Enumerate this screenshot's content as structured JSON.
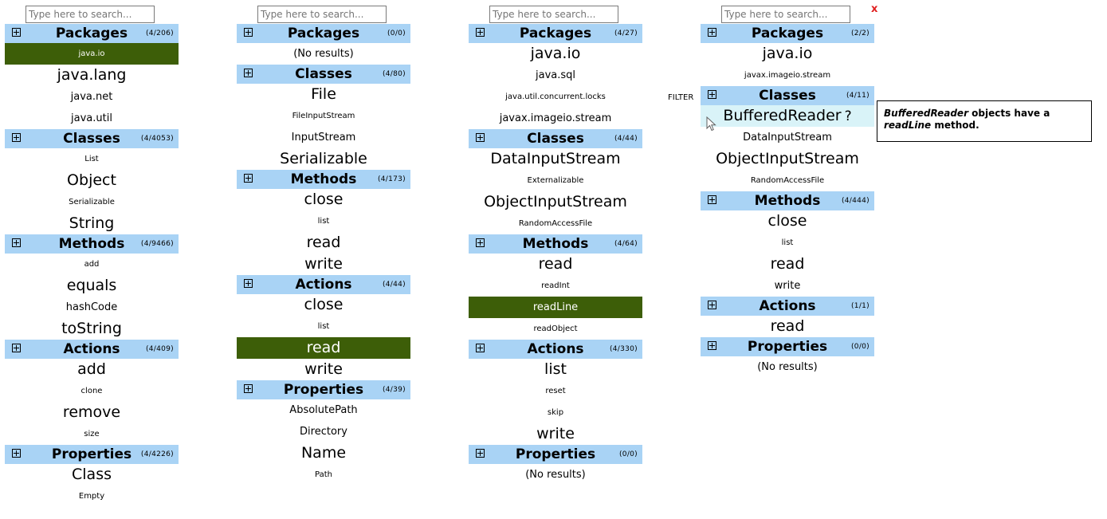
{
  "panels": [
    {
      "search": {
        "placeholder": "Type here to search..."
      },
      "sections": [
        {
          "title": "Packages",
          "count": "(4/206)",
          "items": [
            {
              "text": "java.io",
              "size": "s",
              "selected": true
            },
            {
              "text": "java.lang",
              "size": "l"
            },
            {
              "text": "java.net",
              "size": "m"
            },
            {
              "text": "java.util",
              "size": "m"
            }
          ]
        },
        {
          "title": "Classes",
          "count": "(4/4053)",
          "items": [
            {
              "text": "List",
              "size": "s"
            },
            {
              "text": "Object",
              "size": "l"
            },
            {
              "text": "Serializable",
              "size": "s"
            },
            {
              "text": "String",
              "size": "l"
            }
          ]
        },
        {
          "title": "Methods",
          "count": "(4/9466)",
          "items": [
            {
              "text": "add",
              "size": "s"
            },
            {
              "text": "equals",
              "size": "l"
            },
            {
              "text": "hashCode",
              "size": "m"
            },
            {
              "text": "toString",
              "size": "l"
            }
          ]
        },
        {
          "title": "Actions",
          "count": "(4/409)",
          "items": [
            {
              "text": "add",
              "size": "l"
            },
            {
              "text": "clone",
              "size": "s"
            },
            {
              "text": "remove",
              "size": "l"
            },
            {
              "text": "size",
              "size": "s"
            }
          ]
        },
        {
          "title": "Properties",
          "count": "(4/4226)",
          "items": [
            {
              "text": "Class",
              "size": "l"
            },
            {
              "text": "Empty",
              "size": "s"
            }
          ]
        }
      ]
    },
    {
      "search": {
        "placeholder": "Type here to search..."
      },
      "sections": [
        {
          "title": "Packages",
          "count": "(0/0)",
          "items": [
            {
              "text": "(No results)",
              "size": "m",
              "noresults": true
            }
          ]
        },
        {
          "title": "Classes",
          "count": "(4/80)",
          "items": [
            {
              "text": "File",
              "size": "l"
            },
            {
              "text": "FileInputStream",
              "size": "s"
            },
            {
              "text": "InputStream",
              "size": "m"
            },
            {
              "text": "Serializable",
              "size": "l"
            }
          ]
        },
        {
          "title": "Methods",
          "count": "(4/173)",
          "items": [
            {
              "text": "close",
              "size": "l"
            },
            {
              "text": "list",
              "size": "s"
            },
            {
              "text": "read",
              "size": "l"
            },
            {
              "text": "write",
              "size": "l"
            }
          ]
        },
        {
          "title": "Actions",
          "count": "(4/44)",
          "items": [
            {
              "text": "close",
              "size": "l"
            },
            {
              "text": "list",
              "size": "s"
            },
            {
              "text": "read",
              "size": "l",
              "selected": true
            },
            {
              "text": "write",
              "size": "l"
            }
          ]
        },
        {
          "title": "Properties",
          "count": "(4/39)",
          "items": [
            {
              "text": "AbsolutePath",
              "size": "m"
            },
            {
              "text": "Directory",
              "size": "m"
            },
            {
              "text": "Name",
              "size": "l"
            },
            {
              "text": "Path",
              "size": "s"
            }
          ]
        }
      ]
    },
    {
      "search": {
        "placeholder": "Type here to search..."
      },
      "sections": [
        {
          "title": "Packages",
          "count": "(4/27)",
          "items": [
            {
              "text": "java.io",
              "size": "l"
            },
            {
              "text": "java.sql",
              "size": "m"
            },
            {
              "text": "java.util.concurrent.locks",
              "size": "s"
            },
            {
              "text": "javax.imageio.stream",
              "size": "m"
            }
          ]
        },
        {
          "title": "Classes",
          "count": "(4/44)",
          "items": [
            {
              "text": "DataInputStream",
              "size": "l"
            },
            {
              "text": "Externalizable",
              "size": "s"
            },
            {
              "text": "ObjectInputStream",
              "size": "l"
            },
            {
              "text": "RandomAccessFile",
              "size": "s"
            }
          ]
        },
        {
          "title": "Methods",
          "count": "(4/64)",
          "items": [
            {
              "text": "read",
              "size": "l"
            },
            {
              "text": "readInt",
              "size": "s"
            },
            {
              "text": "readLine",
              "size": "m",
              "selected": true
            },
            {
              "text": "readObject",
              "size": "s"
            }
          ]
        },
        {
          "title": "Actions",
          "count": "(4/330)",
          "items": [
            {
              "text": "list",
              "size": "l"
            },
            {
              "text": "reset",
              "size": "s"
            },
            {
              "text": "skip",
              "size": "s"
            },
            {
              "text": "write",
              "size": "l"
            }
          ]
        },
        {
          "title": "Properties",
          "count": "(0/0)",
          "items": [
            {
              "text": "(No results)",
              "size": "m",
              "noresults": true
            }
          ]
        }
      ]
    },
    {
      "search": {
        "placeholder": "Type here to search..."
      },
      "sections": [
        {
          "title": "Packages",
          "count": "(2/2)",
          "items": [
            {
              "text": "java.io",
              "size": "l"
            },
            {
              "text": "javax.imageio.stream",
              "size": "s"
            }
          ]
        },
        {
          "title": "Classes",
          "count": "(4/11)",
          "items": [
            {
              "text": "BufferedReader",
              "size": "l",
              "hover": true,
              "suffix": "?"
            },
            {
              "text": "DataInputStream",
              "size": "m"
            },
            {
              "text": "ObjectInputStream",
              "size": "l"
            },
            {
              "text": "RandomAccessFile",
              "size": "s"
            }
          ]
        },
        {
          "title": "Methods",
          "count": "(4/444)",
          "items": [
            {
              "text": "close",
              "size": "l"
            },
            {
              "text": "list",
              "size": "s"
            },
            {
              "text": "read",
              "size": "l"
            },
            {
              "text": "write",
              "size": "m"
            }
          ]
        },
        {
          "title": "Actions",
          "count": "(1/1)",
          "items": [
            {
              "text": "read",
              "size": "l"
            }
          ]
        },
        {
          "title": "Properties",
          "count": "(0/0)",
          "items": [
            {
              "text": "(No results)",
              "size": "m",
              "noresults": true
            }
          ]
        }
      ]
    }
  ],
  "close_label": "x",
  "filter_label": "FILTER",
  "tooltip": {
    "part1": "BufferedReader",
    "part2": " objects have a ",
    "part3": "readLine",
    "part4": " method."
  },
  "colors": {
    "header": "#a9d3f5",
    "selected": "#3d5e08",
    "hover": "#d9f3f8",
    "close": "#e02020"
  }
}
